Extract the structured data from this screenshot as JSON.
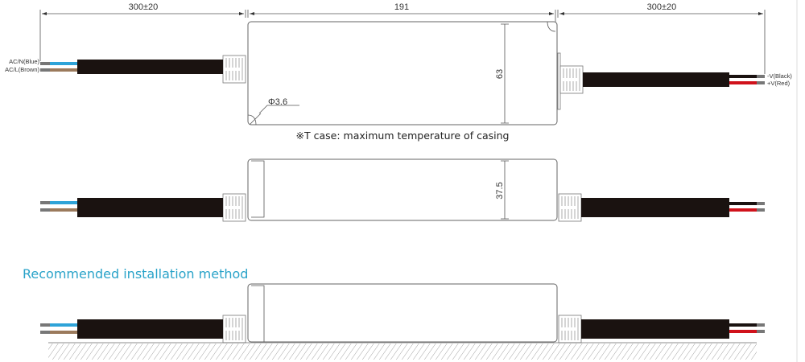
{
  "dimensions": {
    "input_cable_length": "300±20",
    "case_length": "191",
    "output_cable_length": "300±20",
    "case_width": "63",
    "case_height": "37.5",
    "hole_diameter": "Φ3.6"
  },
  "wires": {
    "ac_n": "AC/N(Blue)",
    "ac_l": "AC/L(Brown)",
    "v_neg": "-V(Black)",
    "v_pos": "+V(Red)"
  },
  "note": "※T case: maximum temperature of casing",
  "install_title": "Recommended installation method",
  "colors": {
    "blue": "#2ea3d8",
    "brown": "#9b7a5c",
    "red": "#d0121b",
    "black": "#1a1210",
    "accent": "#2aa3c9"
  }
}
